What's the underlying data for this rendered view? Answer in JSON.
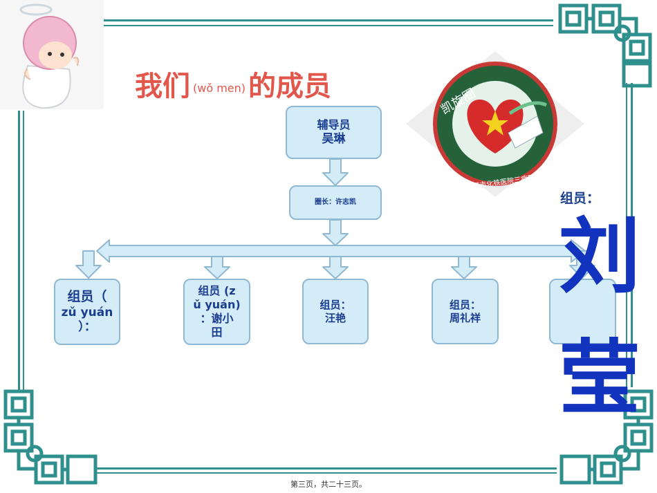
{
  "title": {
    "main_a": "我们",
    "pinyin": "(wǒ men)",
    "main_b": "的成员"
  },
  "counselor": {
    "line1": "辅导员",
    "line2": "吴琳"
  },
  "leader": {
    "label": "圈长：许志凯"
  },
  "members": [
    {
      "lines": [
        "组员（",
        "zǔ yuán",
        "）："
      ]
    },
    {
      "lines": [
        "组员 (z",
        "ǔ yuán)",
        "：谢小",
        "田"
      ]
    },
    {
      "lines": [
        "组员：",
        "汪艳"
      ]
    },
    {
      "lines": [
        "组员：",
        "周礼祥"
      ]
    },
    {
      "lines": []
    }
  ],
  "side_label": "组员：",
  "big_name": [
    "刘",
    "莹"
  ],
  "logo": {
    "top_text": "凯旋圈",
    "bottom_text": "武汉市化铁医院三病区"
  },
  "footer": "第三页，共二十三页。",
  "colors": {
    "frame": "#2f8f8c",
    "box_fill": "#d4ebf8",
    "box_border": "#8fb8d2",
    "title": "#e2574c",
    "name": "#1233bd"
  }
}
